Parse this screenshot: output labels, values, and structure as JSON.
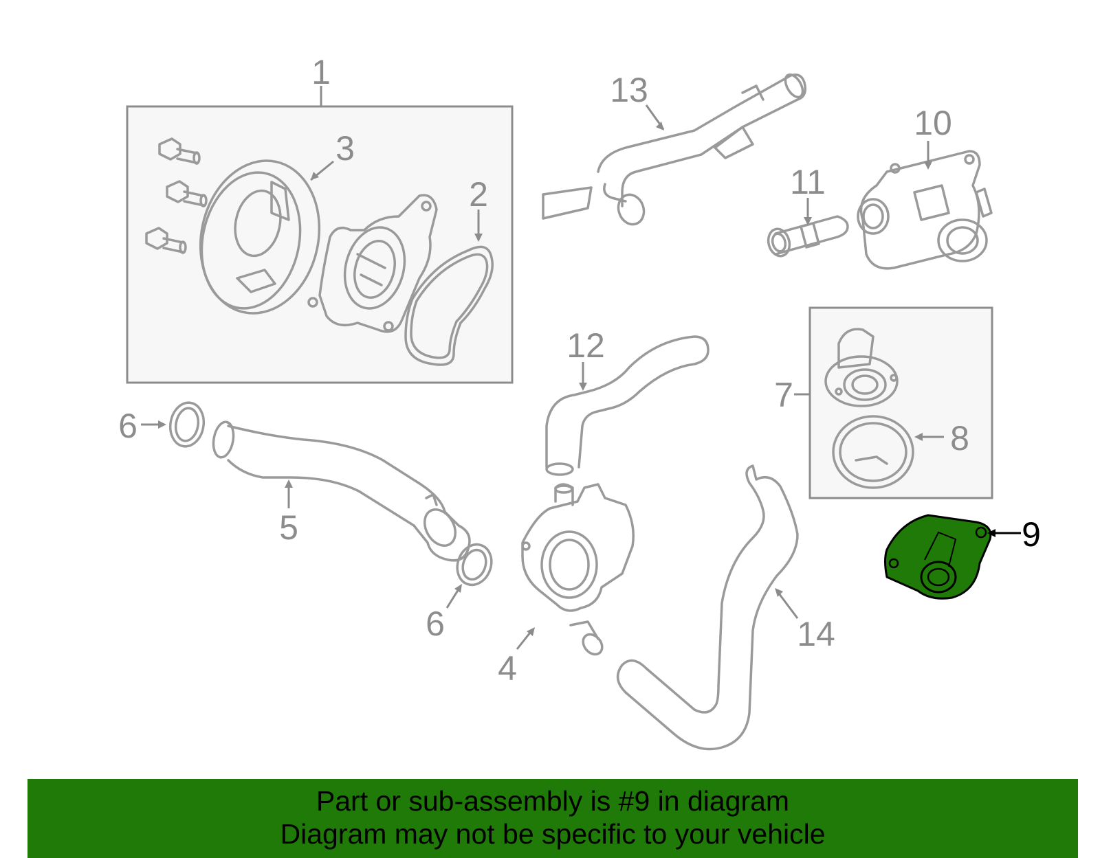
{
  "callouts": {
    "c1": "1",
    "c2": "2",
    "c3": "3",
    "c4": "4",
    "c5": "5",
    "c6a": "6",
    "c6b": "6",
    "c7": "7",
    "c8": "8",
    "c9": "9",
    "c10": "10",
    "c11": "11",
    "c12": "12",
    "c13": "13",
    "c14": "14"
  },
  "highlight": {
    "part_number": "9",
    "color": "#1f7a08",
    "outline_color": "#000000"
  },
  "banner": {
    "line1": "Part or sub-assembly is #9 in diagram",
    "line2": "Diagram may not be specific to your vehicle",
    "background": "#1f7a08"
  },
  "colors": {
    "part_stroke": "#9a9a9a",
    "box_fill": "#f7f7f7"
  }
}
